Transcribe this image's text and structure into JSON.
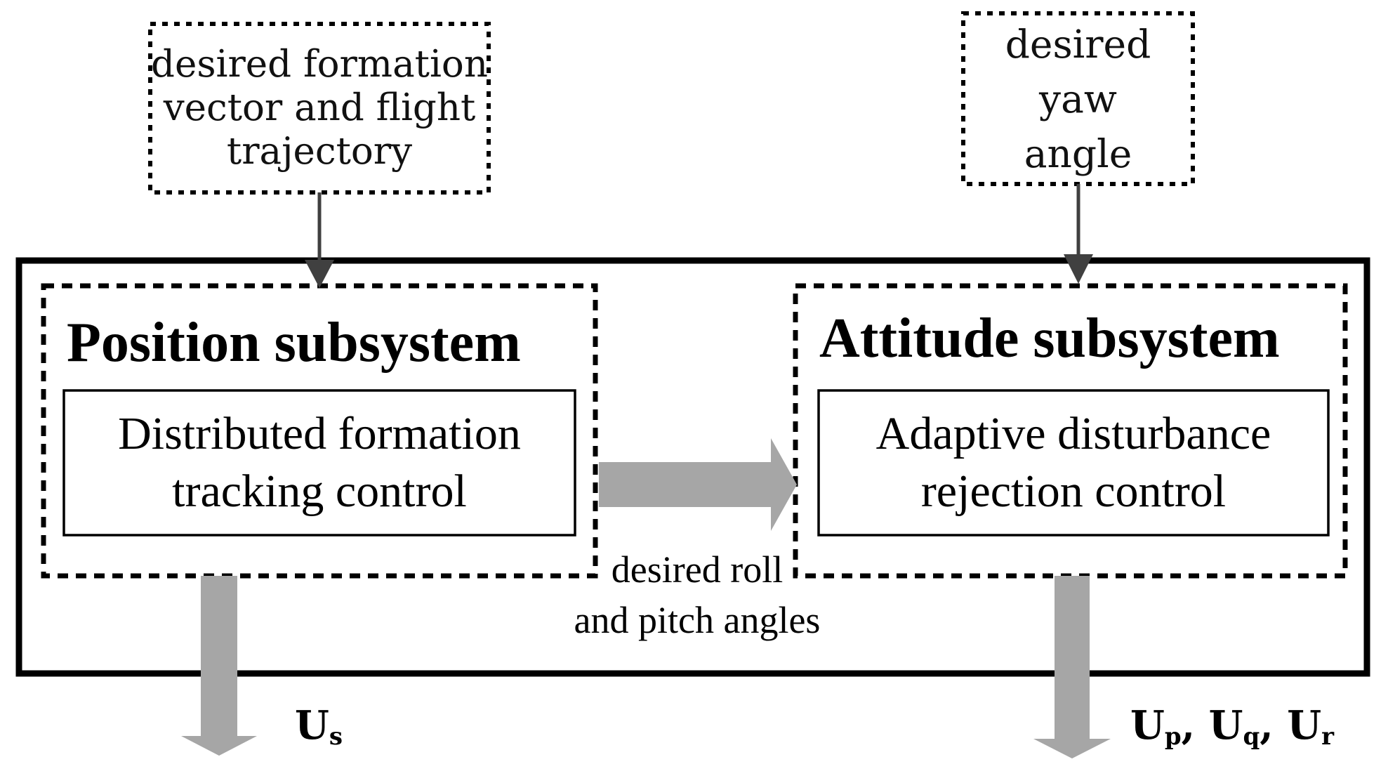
{
  "inputs": {
    "formation": "desired formation\nvector and flight\ntrajectory",
    "yaw": "desired yaw\nangle"
  },
  "position_subsystem": {
    "title": "Position subsystem",
    "controller": "Distributed formation\ntracking control",
    "output": {
      "main": "U",
      "sub": "s"
    }
  },
  "attitude_subsystem": {
    "title": "Attitude subsystem",
    "controller": "Adaptive disturbance\nrejection control",
    "output": {
      "u1": "U",
      "s1": "p",
      "u2": "U",
      "s2": "q",
      "u3": "U",
      "s3": "r",
      "sep": ", "
    }
  },
  "coupling_signal": "desired roll\nand pitch angles",
  "colors": {
    "frame": "#000000",
    "connector": "#404040",
    "thick_arrow": "#a6a6a6"
  }
}
